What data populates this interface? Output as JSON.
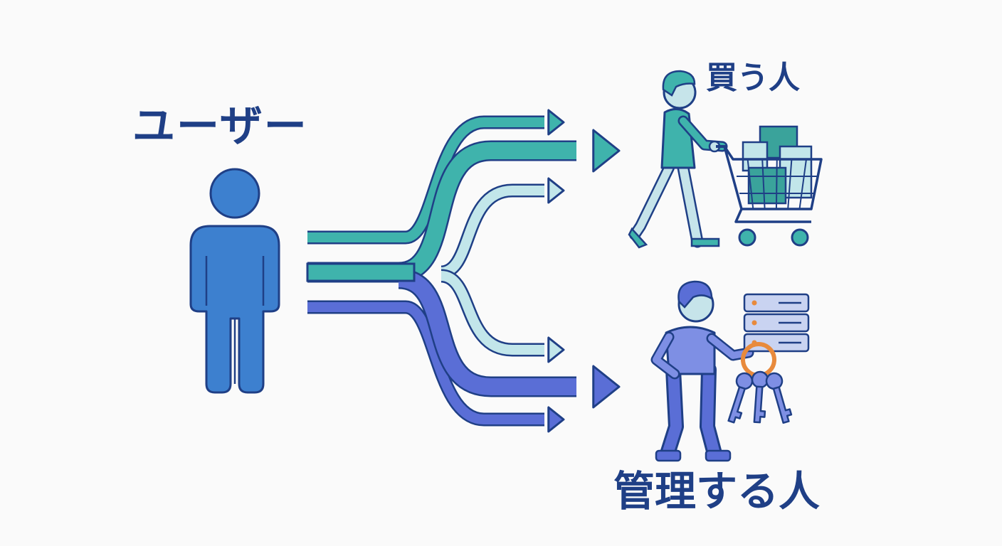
{
  "labels": {
    "user": "ユーザー",
    "buyer": "買う人",
    "admin": "管理する人"
  },
  "colors": {
    "outline": "#1f3f86",
    "teal": "#3fb3ac",
    "teal_dark": "#3aa39b",
    "light_teal": "#c2e6ea",
    "blue": "#3d80cf",
    "indigo": "#5a6ed6",
    "indigo_light": "#7e8fe4",
    "skin": "#c6e4ea",
    "orange": "#e88a3c",
    "text": "#1f3f86"
  },
  "icons": [
    "user-icon",
    "shopping-cart-icon",
    "server-icon",
    "keys-icon"
  ]
}
